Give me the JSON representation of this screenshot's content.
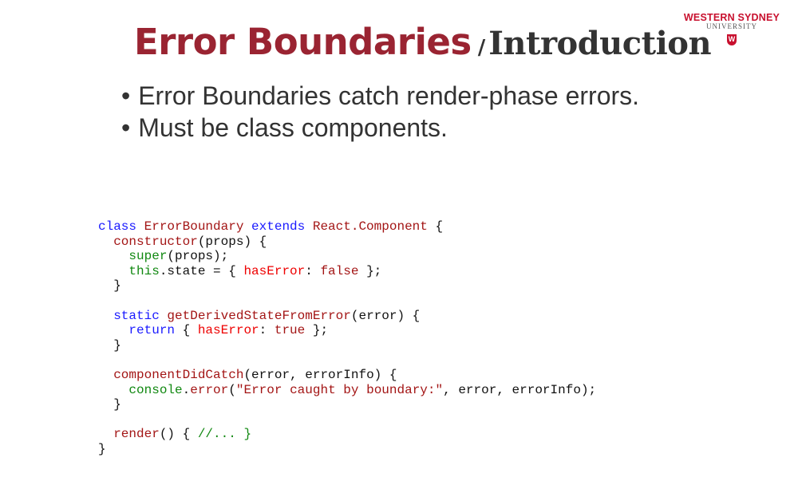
{
  "title": {
    "main": "Error Boundaries",
    "separator": "/",
    "sub": "Introduction"
  },
  "logo": {
    "line1": "WESTERN SYDNEY",
    "line2": "UNIVERSITY",
    "emblem": "W"
  },
  "bullets": [
    "Error Boundaries catch render-phase errors.",
    "Must be class components."
  ],
  "code": [
    [
      [
        "class ",
        "k"
      ],
      [
        "ErrorBoundary ",
        "n"
      ],
      [
        "extends ",
        "k"
      ],
      [
        "React.Component",
        "n"
      ],
      [
        " {",
        "p"
      ]
    ],
    [
      [
        "  ",
        "p"
      ],
      [
        "constructor",
        "n"
      ],
      [
        "(props) {",
        "p"
      ]
    ],
    [
      [
        "    ",
        "p"
      ],
      [
        "super",
        "g"
      ],
      [
        "(props);",
        "p"
      ]
    ],
    [
      [
        "    ",
        "p"
      ],
      [
        "this",
        "g"
      ],
      [
        ".state = { ",
        "p"
      ],
      [
        "hasError",
        "r"
      ],
      [
        ": ",
        "p"
      ],
      [
        "false",
        "n"
      ],
      [
        " };",
        "p"
      ]
    ],
    [
      [
        "  }",
        "p"
      ]
    ],
    [],
    [
      [
        "  ",
        "p"
      ],
      [
        "static ",
        "k"
      ],
      [
        "getDerivedStateFromError",
        "n"
      ],
      [
        "(error) {",
        "p"
      ]
    ],
    [
      [
        "    ",
        "p"
      ],
      [
        "return",
        "k"
      ],
      [
        " { ",
        "p"
      ],
      [
        "hasError",
        "r"
      ],
      [
        ": ",
        "p"
      ],
      [
        "true",
        "n"
      ],
      [
        " };",
        "p"
      ]
    ],
    [
      [
        "  }",
        "p"
      ]
    ],
    [],
    [
      [
        "  ",
        "p"
      ],
      [
        "componentDidCatch",
        "n"
      ],
      [
        "(error, errorInfo) {",
        "p"
      ]
    ],
    [
      [
        "    ",
        "p"
      ],
      [
        "console",
        "g"
      ],
      [
        ".",
        "p"
      ],
      [
        "error",
        "n"
      ],
      [
        "(",
        "p"
      ],
      [
        "\"Error caught by boundary:\"",
        "n"
      ],
      [
        ", error, errorInfo);",
        "p"
      ]
    ],
    [
      [
        "  }",
        "p"
      ]
    ],
    [],
    [
      [
        "  ",
        "p"
      ],
      [
        "render",
        "n"
      ],
      [
        "() { ",
        "p"
      ],
      [
        "//... }",
        "g"
      ]
    ],
    [
      [
        "}",
        "p"
      ]
    ]
  ]
}
